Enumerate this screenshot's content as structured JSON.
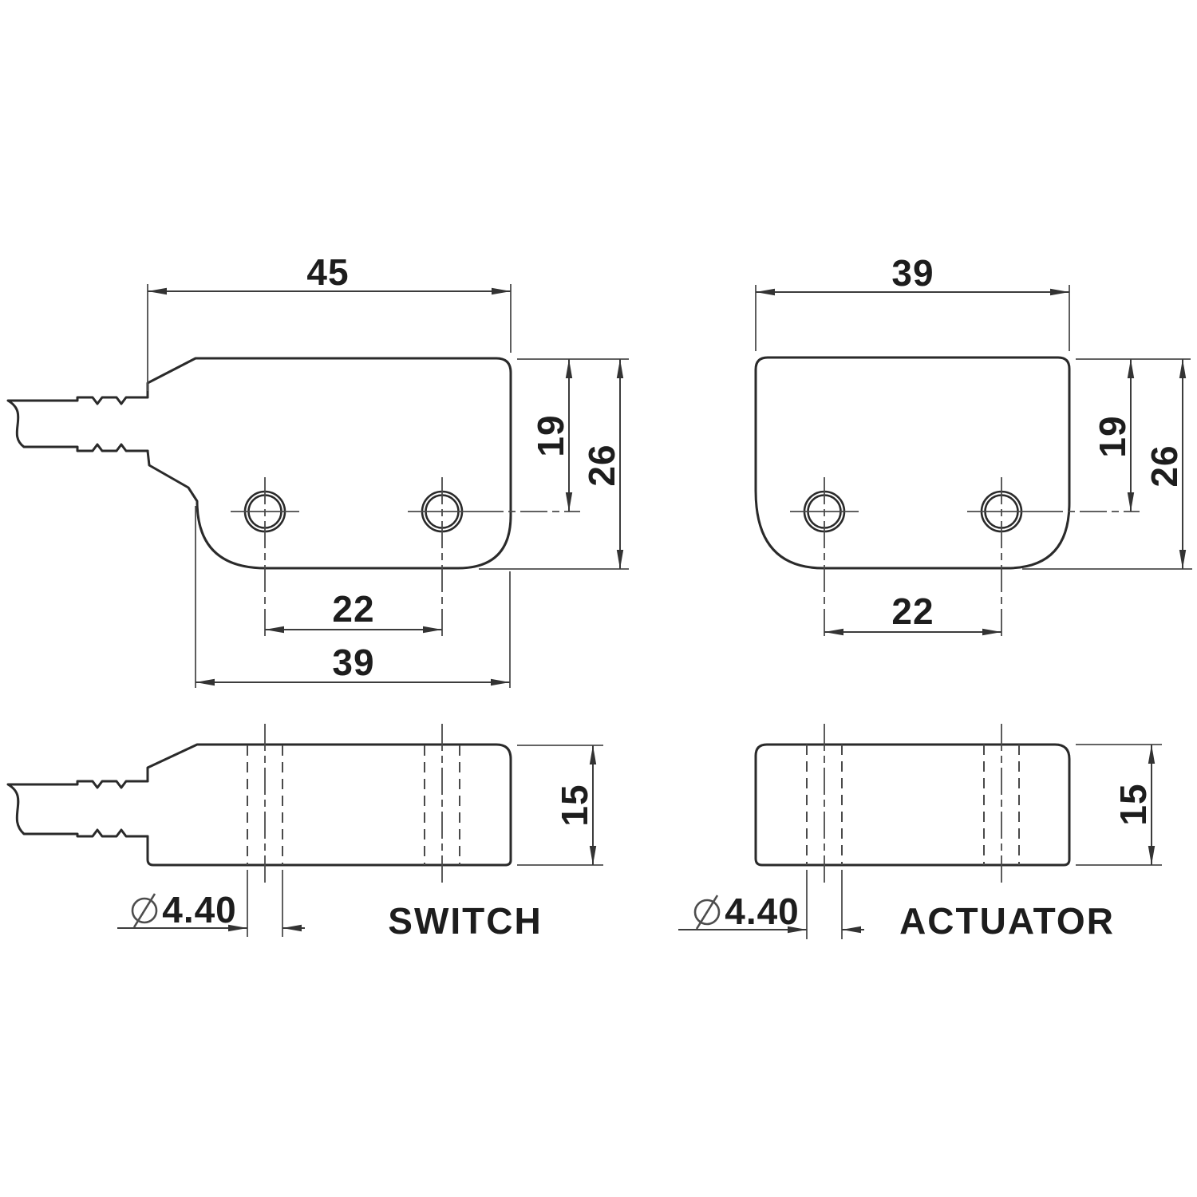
{
  "title": "Switch and actuator dimensional drawing",
  "units_note": "",
  "diameter_symbol": "⌀",
  "views": {
    "switch_front": {
      "width_mm": "45",
      "hole_center_from_top_mm": "19",
      "height_mm": "26",
      "hole_pitch_mm": "22",
      "base_width_mm": "39"
    },
    "actuator_front": {
      "width_mm": "39",
      "hole_center_from_top_mm": "19",
      "height_mm": "26",
      "hole_pitch_mm": "22"
    },
    "switch_side": {
      "thickness_mm": "15",
      "hole_diameter": "4.40",
      "label": "SWITCH"
    },
    "actuator_side": {
      "thickness_mm": "15",
      "hole_diameter": "4.40",
      "label": "ACTUATOR"
    }
  },
  "colors": {
    "background": "#ffffff",
    "outline": "#2a2a2a",
    "thin_line": "#4d4d4d",
    "text": "#1d1d1d"
  }
}
